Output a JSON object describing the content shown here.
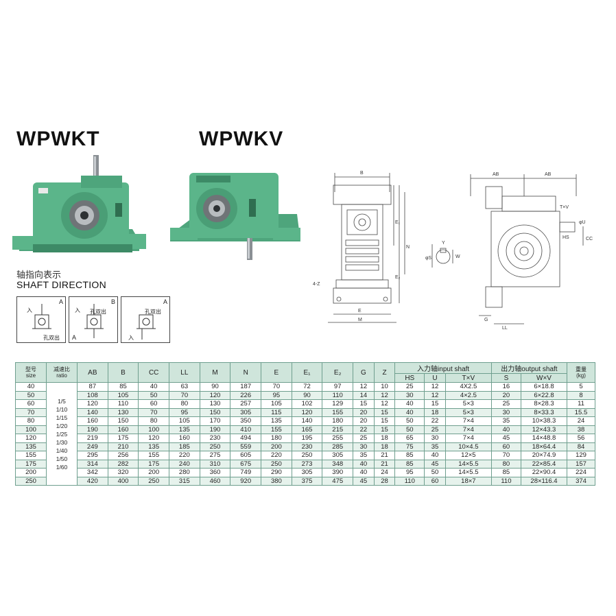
{
  "titles": {
    "left": "WPWKT",
    "right": "WPWKV"
  },
  "shaft_direction": {
    "cn": "轴指向表示",
    "en": "SHAFT DIRECTION",
    "boxes": [
      {
        "corner": "A",
        "in_label": "入",
        "hole_label": "孔双出",
        "corner2": ""
      },
      {
        "corner": "B",
        "in_label": "入",
        "hole_label": "孔双出",
        "corner2": "A"
      },
      {
        "corner": "A",
        "in_label": "入",
        "hole_label": "孔双出",
        "corner2": ""
      }
    ]
  },
  "drawing_labels": {
    "front": {
      "B": "B",
      "E": "E",
      "M": "M",
      "N": "N",
      "E1": "E₁",
      "E2": "E₂",
      "Z": "4-Z"
    },
    "small": {
      "Y": "Y",
      "W": "W",
      "phiS": "φS"
    },
    "side": {
      "AB1": "AB",
      "AB2": "AB",
      "TxV": "T×V",
      "phiU": "φU",
      "HS": "HS",
      "CC": "CC",
      "G": "G",
      "LL": "LL"
    }
  },
  "table": {
    "header": {
      "size_cn": "型号",
      "size_en": "size",
      "ratio_cn": "减速比",
      "ratio_en": "ratio",
      "input_group": "入力轴input shaft",
      "output_group": "出力轴output shaft",
      "weight_cn": "重量",
      "weight_en": "(kg)",
      "cols": [
        "AB",
        "B",
        "CC",
        "LL",
        "M",
        "N",
        "E",
        "E₁",
        "E₂",
        "G",
        "Z"
      ],
      "input_cols": [
        "HS",
        "U",
        "T×V"
      ],
      "output_cols": [
        "S",
        "W×V"
      ]
    },
    "ratios": [
      "1/5",
      "1/10",
      "1/15",
      "1/20",
      "1/25",
      "1/30",
      "1/40",
      "1/50",
      "1/60"
    ],
    "rows": [
      [
        "40",
        "87",
        "85",
        "40",
        "63",
        "90",
        "187",
        "70",
        "72",
        "97",
        "12",
        "10",
        "25",
        "12",
        "4X2.5",
        "16",
        "6×18.8",
        "5"
      ],
      [
        "50",
        "108",
        "105",
        "50",
        "70",
        "120",
        "226",
        "95",
        "90",
        "110",
        "14",
        "12",
        "30",
        "12",
        "4×2.5",
        "20",
        "6×22.8",
        "8"
      ],
      [
        "60",
        "120",
        "110",
        "60",
        "80",
        "130",
        "257",
        "105",
        "102",
        "129",
        "15",
        "12",
        "40",
        "15",
        "5×3",
        "25",
        "8×28.3",
        "11"
      ],
      [
        "70",
        "140",
        "130",
        "70",
        "95",
        "150",
        "305",
        "115",
        "120",
        "155",
        "20",
        "15",
        "40",
        "18",
        "5×3",
        "30",
        "8×33.3",
        "15.5"
      ],
      [
        "80",
        "160",
        "150",
        "80",
        "105",
        "170",
        "350",
        "135",
        "140",
        "180",
        "20",
        "15",
        "50",
        "22",
        "7×4",
        "35",
        "10×38.3",
        "24"
      ],
      [
        "100",
        "190",
        "160",
        "100",
        "135",
        "190",
        "410",
        "155",
        "165",
        "215",
        "22",
        "15",
        "50",
        "25",
        "7×4",
        "40",
        "12×43.3",
        "38"
      ],
      [
        "120",
        "219",
        "175",
        "120",
        "160",
        "230",
        "494",
        "180",
        "195",
        "255",
        "25",
        "18",
        "65",
        "30",
        "7×4",
        "45",
        "14×48.8",
        "56"
      ],
      [
        "135",
        "249",
        "210",
        "135",
        "185",
        "250",
        "559",
        "200",
        "230",
        "285",
        "30",
        "18",
        "75",
        "35",
        "10×4.5",
        "60",
        "18×64.4",
        "84"
      ],
      [
        "155",
        "295",
        "256",
        "155",
        "220",
        "275",
        "605",
        "220",
        "250",
        "305",
        "35",
        "21",
        "85",
        "40",
        "12×5",
        "70",
        "20×74.9",
        "129"
      ],
      [
        "175",
        "314",
        "282",
        "175",
        "240",
        "310",
        "675",
        "250",
        "273",
        "348",
        "40",
        "21",
        "85",
        "45",
        "14×5.5",
        "80",
        "22×85.4",
        "157"
      ],
      [
        "200",
        "342",
        "320",
        "200",
        "280",
        "360",
        "749",
        "290",
        "305",
        "390",
        "40",
        "24",
        "95",
        "50",
        "14×5.5",
        "85",
        "22×90.4",
        "224"
      ],
      [
        "250",
        "420",
        "400",
        "250",
        "315",
        "460",
        "920",
        "380",
        "375",
        "475",
        "45",
        "28",
        "110",
        "60",
        "18×7",
        "110",
        "28×116.4",
        "374"
      ]
    ]
  },
  "colors": {
    "gear_green": "#5bb58a",
    "gear_dark": "#2f6e50",
    "table_header": "#cfe5db",
    "table_alt_row": "#e6f2ec"
  }
}
